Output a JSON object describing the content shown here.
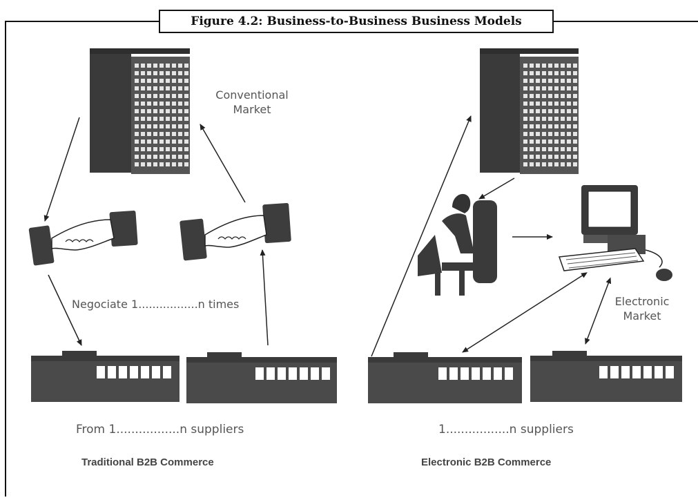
{
  "figure_title": "Figure 4.2: Business-to-Business Business Models",
  "left": {
    "market_label_line1": "Conventional",
    "market_label_line2": "Market",
    "negotiate_label": "Negociate 1.................n times",
    "suppliers_label": "From 1.................n suppliers",
    "caption": "Traditional B2B Commerce"
  },
  "right": {
    "market_label_line1": "Electronic",
    "market_label_line2": "Market",
    "suppliers_label": "1.................n suppliers",
    "caption": "Electronic B2B Commerce"
  },
  "colors": {
    "ink": "#111111",
    "building": "#4a4a4a",
    "window": "#ffffff",
    "text": "#555555"
  }
}
